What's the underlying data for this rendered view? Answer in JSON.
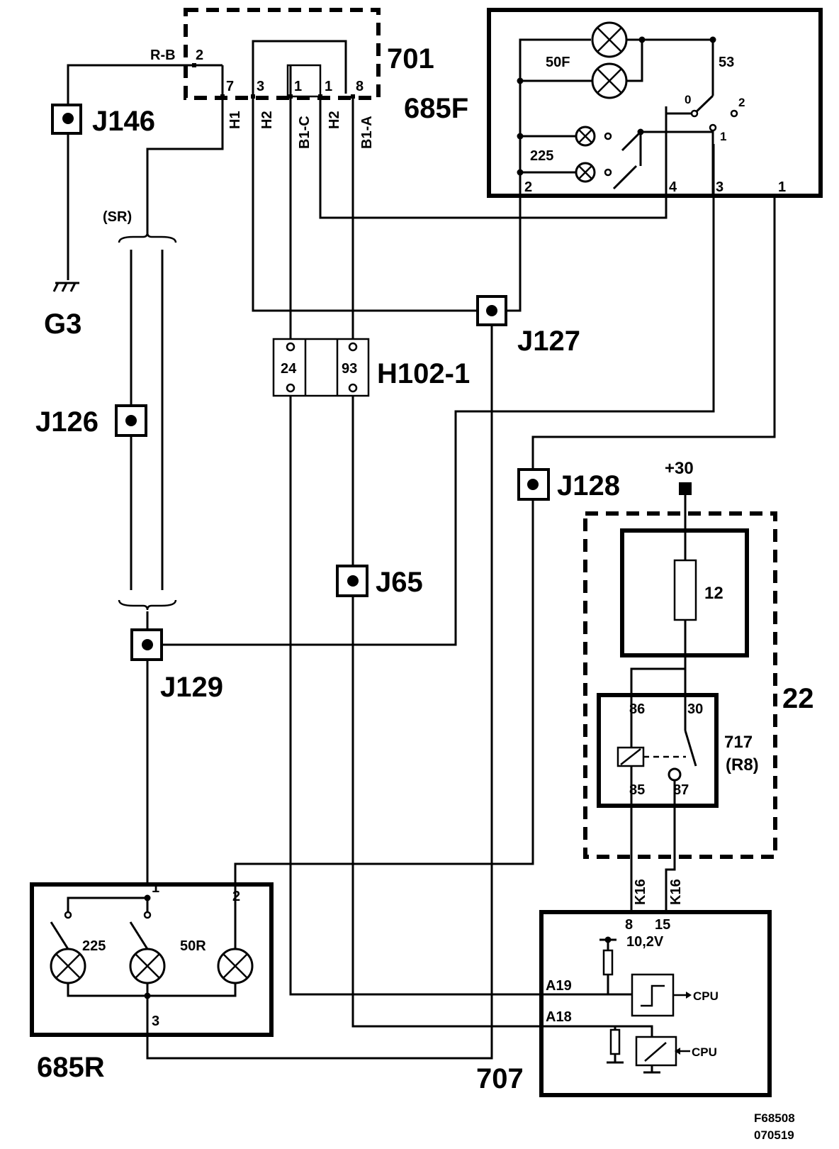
{
  "components": {
    "switch_701": "701",
    "lamp_front": "685F",
    "lamp_rear": "685R",
    "module_707": "707",
    "box_22": "22",
    "relay_717": "717",
    "relay_717_sub": "(R8)",
    "fuse_12": "12",
    "connector_h102": "H102-1",
    "ground_g3": "G3",
    "supply": "+30"
  },
  "junctions": {
    "j146": "J146",
    "j127": "J127",
    "j126": "J126",
    "j128": "J128",
    "j65": "J65",
    "j129": "J129"
  },
  "wire_labels": {
    "rb": "R-B",
    "sr": "(SR)",
    "h1": "H1",
    "h2a": "H2",
    "b1c": "B1-C",
    "h2b": "H2",
    "b1a": "B1-A",
    "k16a": "K16",
    "k16b": "K16"
  },
  "pins_701": {
    "p2": "2",
    "p7": "7",
    "p3": "3",
    "p1a": "1",
    "p1b": "1",
    "p8": "8"
  },
  "front": {
    "lamp50": "50F",
    "lamp225": "225",
    "sw53": "53",
    "pos0": "0",
    "pos1": "1",
    "pos2": "2",
    "p2": "2",
    "p4": "4",
    "p3": "3",
    "p1": "1"
  },
  "h102_pins": {
    "a": "24",
    "b": "93"
  },
  "relay": {
    "p86": "86",
    "p30": "30",
    "p85": "85",
    "p87": "87"
  },
  "rear": {
    "p1": "1",
    "p2": "2",
    "p3": "3",
    "lamp225": "225",
    "lamp50": "50R"
  },
  "module": {
    "p8": "8",
    "p15": "15",
    "voltage": "10,2V",
    "a19": "A19",
    "a18": "A18",
    "cpu1": "CPU",
    "cpu2": "CPU"
  },
  "ref": {
    "line1": "F68508",
    "line2": "070519"
  }
}
